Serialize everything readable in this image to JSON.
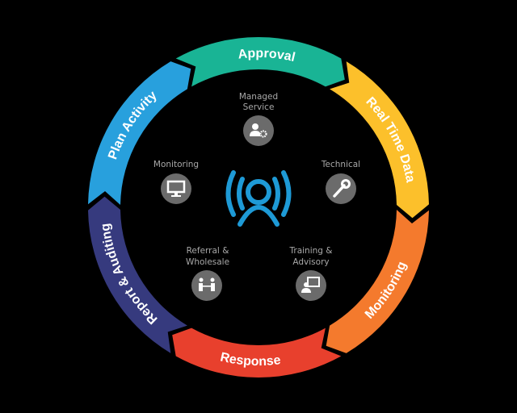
{
  "segments": [
    {
      "label": "Approval",
      "color": "#19b495"
    },
    {
      "label": "Real Time Data",
      "color": "#fcc02b"
    },
    {
      "label": "Monitoring",
      "color": "#f47a2d"
    },
    {
      "label": "Response",
      "color": "#e8402d"
    },
    {
      "label": "Report & Auditing",
      "color": "#363a7e"
    },
    {
      "label": "Plan Activity",
      "color": "#28a0dd"
    }
  ],
  "nodes": [
    {
      "line1": "Managed",
      "line2": "Service",
      "icon": "user-gear-icon"
    },
    {
      "line1": "Monitoring",
      "line2": "",
      "icon": "monitor-icon"
    },
    {
      "line1": "Technical",
      "line2": "",
      "icon": "wrench-icon"
    },
    {
      "line1": "Referral &",
      "line2": "Wholesale",
      "icon": "handshake-icon"
    },
    {
      "line1": "Training &",
      "line2": "Advisory",
      "icon": "presentation-icon"
    }
  ],
  "center": {
    "icon": "broadcast-person-icon",
    "color": "#1e9ad6"
  },
  "node_color": "#6b6b6b"
}
